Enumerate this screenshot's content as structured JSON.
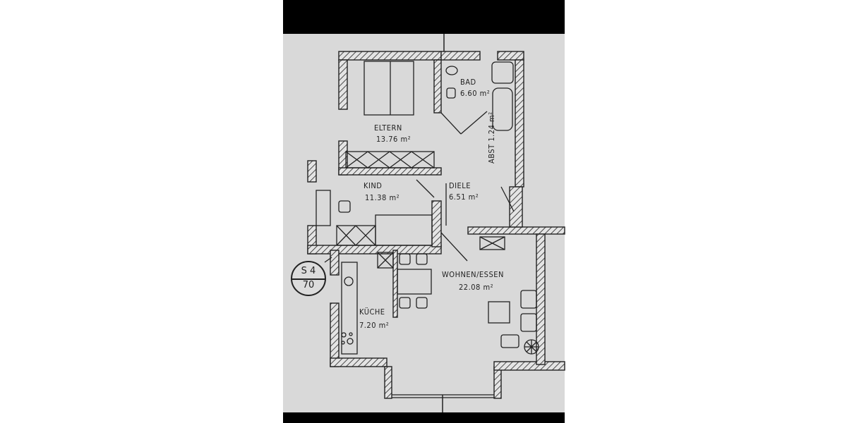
{
  "rooms": [
    {
      "name": "ELTERN",
      "area": "13.76 m²"
    },
    {
      "name": "BAD",
      "area": "6.60 m²"
    },
    {
      "name": "ABST",
      "area": "1.24 m²"
    },
    {
      "name": "KIND",
      "area": "11.38 m²"
    },
    {
      "name": "DIELE",
      "area": "6.51 m²"
    },
    {
      "name": "WOHNEN/ESSEN",
      "area": "22.08 m²"
    },
    {
      "name": "KÜCHE",
      "area": "7.20 m²"
    }
  ],
  "section_tag": {
    "top": "S 4",
    "bottom": "70"
  },
  "colors": {
    "paper": "#d9d9d9",
    "ink": "#1e1e1e",
    "frame": "#000000"
  }
}
